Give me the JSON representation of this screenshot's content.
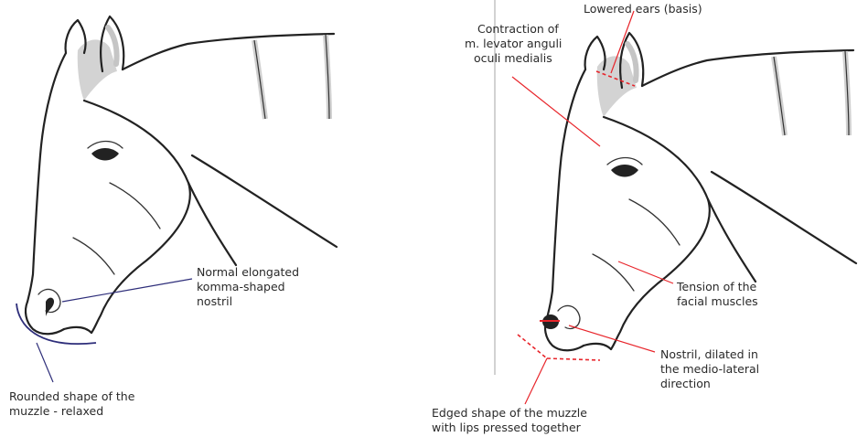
{
  "colors": {
    "outline": "#222222",
    "shade": "#d3d3d3",
    "normal_annotation": "#2e2e7a",
    "pain_annotation": "#e8252b",
    "divider": "#b5b5b5"
  },
  "left_panel": {
    "nostril_label": [
      "Normal elongated",
      "komma-shaped",
      "nostril"
    ],
    "muzzle_label": [
      "Rounded shape of the",
      "muzzle - relaxed"
    ]
  },
  "right_panel": {
    "ears_label": [
      "Lowered ears (basis)"
    ],
    "eye_label": [
      "Contraction of",
      "m. levator anguli",
      "oculi medialis"
    ],
    "facial_label": [
      "Tension of the",
      "facial muscles"
    ],
    "nostril_label": [
      "Nostril, dilated in",
      "the medio-lateral",
      "direction"
    ],
    "muzzle_label": [
      "Edged shape of the muzzle",
      "with lips pressed together"
    ]
  }
}
